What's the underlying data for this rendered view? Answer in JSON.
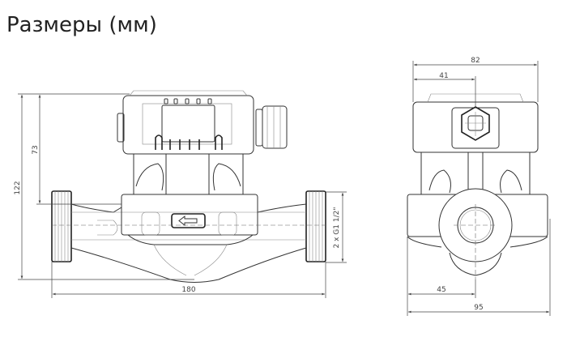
{
  "title": "Размеры (мм)",
  "front_view": {
    "height_total": "122",
    "height_head": "73",
    "length": "180",
    "connection": "2 x G1 1/2\""
  },
  "side_view": {
    "head_width": "82",
    "head_half": "41",
    "axis_offset": "45",
    "width_total": "95"
  }
}
